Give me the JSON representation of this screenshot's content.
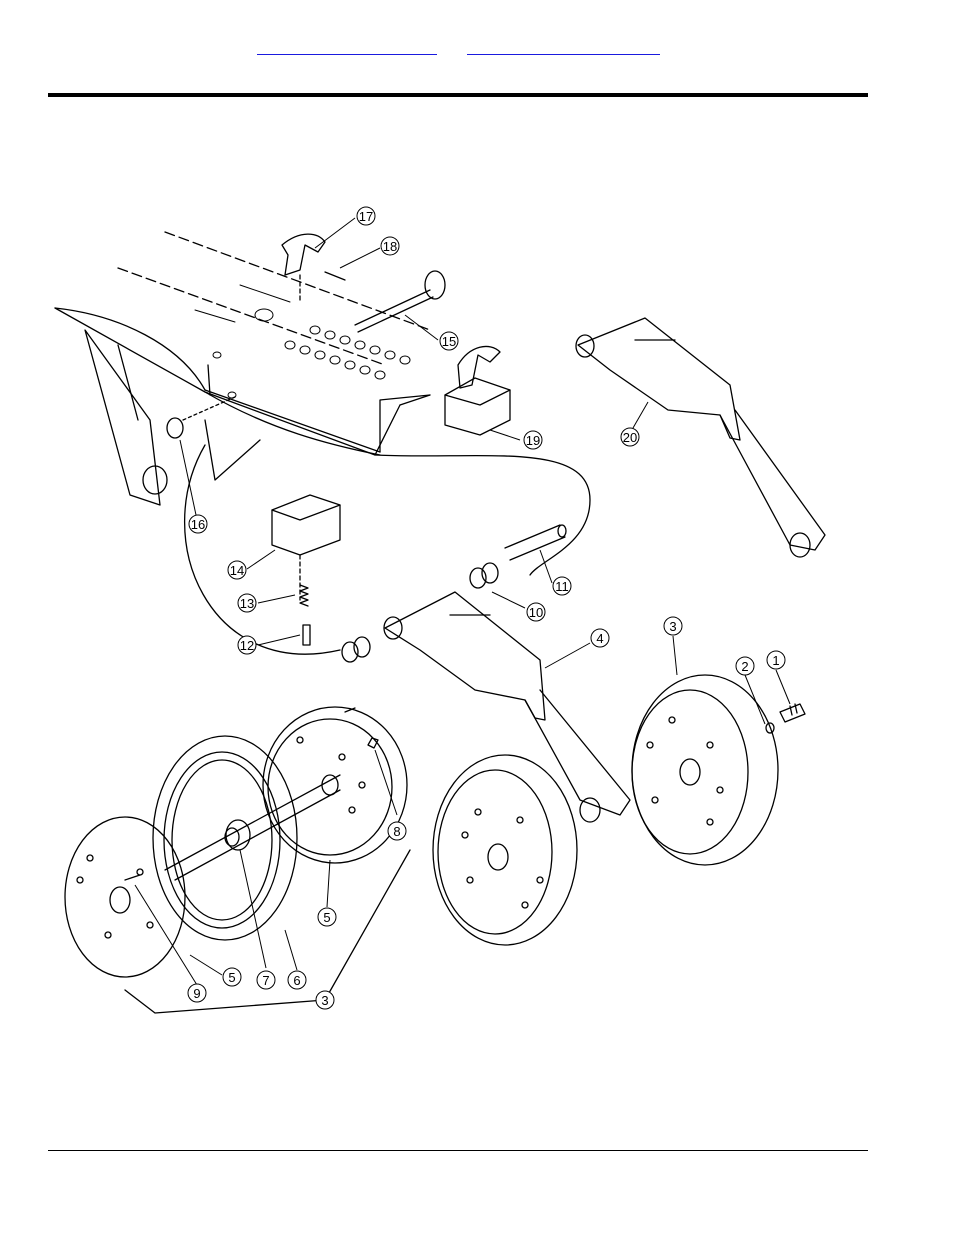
{
  "header": {
    "links": [
      "",
      ""
    ]
  },
  "diagram": {
    "callouts": [
      "1",
      "2",
      "3",
      "3",
      "4",
      "5",
      "5",
      "6",
      "7",
      "8",
      "9",
      "10",
      "11",
      "12",
      "13",
      "14",
      "15",
      "16",
      "17",
      "18",
      "19",
      "20"
    ]
  }
}
